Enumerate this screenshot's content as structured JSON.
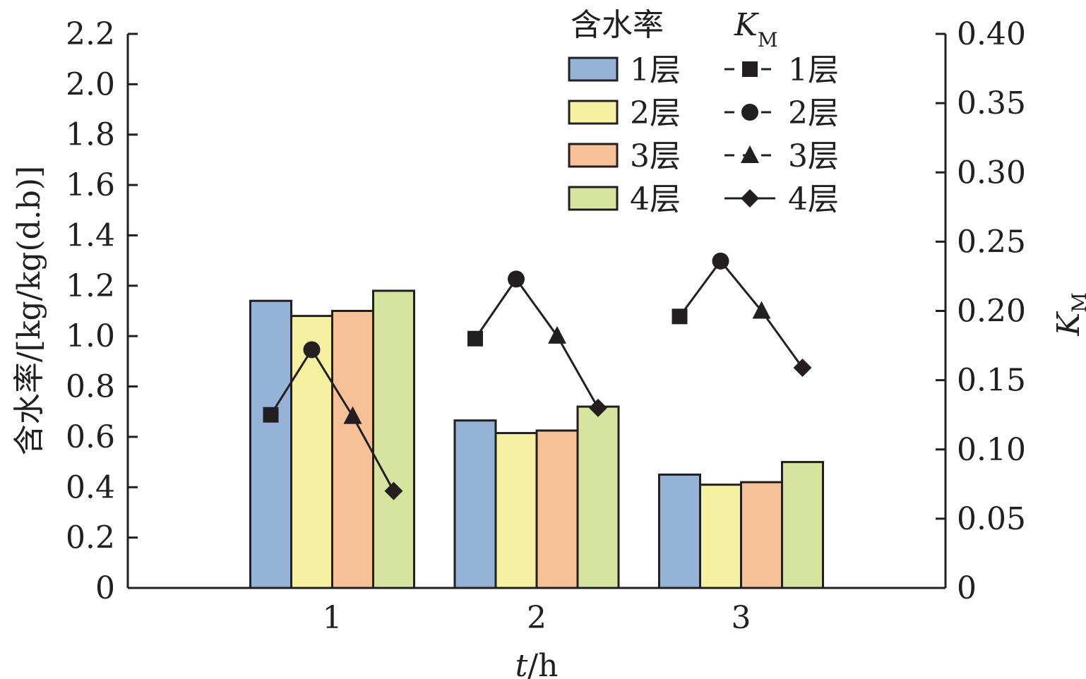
{
  "chart_data": {
    "type": "bar",
    "categories": [
      "1",
      "2",
      "3"
    ],
    "xlabel_italic": "t",
    "xlabel_rest": "/h",
    "ylabel": "含水率/[kg/kg(d.b)]",
    "ylabel_right_main": "K",
    "ylabel_right_sub": "M",
    "ylim": [
      0,
      2.2
    ],
    "y_ticks": [
      "0",
      "0.2",
      "0.4",
      "0.6",
      "0.8",
      "1.0",
      "1.2",
      "1.4",
      "1.6",
      "1.8",
      "2.0",
      "2.2"
    ],
    "ylim_right": [
      0,
      0.4
    ],
    "y_right_ticks": [
      "0",
      "0.05",
      "0.10",
      "0.15",
      "0.20",
      "0.25",
      "0.30",
      "0.35",
      "0.40"
    ],
    "legend_position": "top-right",
    "legend_header_bar": "含水率",
    "legend_header_line_main": "K",
    "legend_header_line_sub": "M",
    "series": [
      {
        "name": "1层",
        "values": [
          1.14,
          0.665,
          0.45
        ],
        "color": "#95b3d7"
      },
      {
        "name": "2层",
        "values": [
          1.08,
          0.615,
          0.41
        ],
        "color": "#f6f1a1"
      },
      {
        "name": "3层",
        "values": [
          1.1,
          0.625,
          0.42
        ],
        "color": "#f6c196"
      },
      {
        "name": "4层",
        "values": [
          1.18,
          0.72,
          0.5
        ],
        "color": "#d6e4a0"
      }
    ],
    "line_series": [
      {
        "name": "1层",
        "marker": "square",
        "values": [
          0.125,
          0.18,
          0.196
        ]
      },
      {
        "name": "2层",
        "marker": "circle",
        "values": [
          0.172,
          0.223,
          0.236
        ]
      },
      {
        "name": "3层",
        "marker": "triangle",
        "values": [
          0.124,
          0.182,
          0.2
        ]
      },
      {
        "name": "4层",
        "marker": "diamond",
        "values": [
          0.07,
          0.13,
          0.159
        ]
      }
    ],
    "line_order_within_group": [
      0,
      1,
      2,
      3
    ],
    "line_breaks_between_groups": true
  }
}
